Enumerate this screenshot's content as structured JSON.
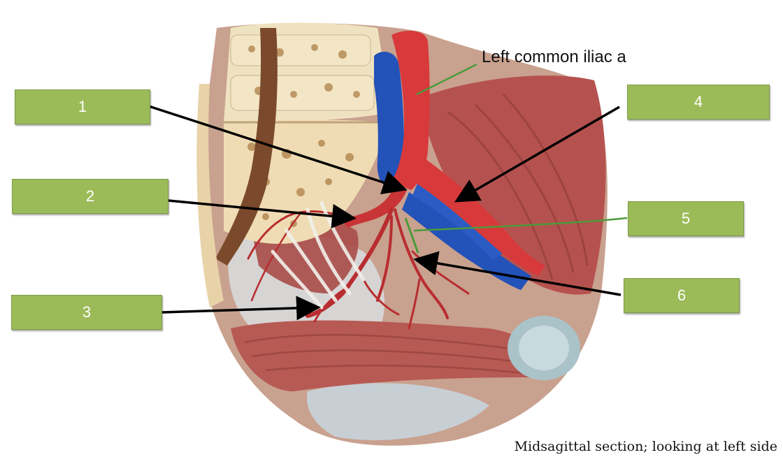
{
  "labels": {
    "box1": "1",
    "box2": "2",
    "box3": "3",
    "box4": "4",
    "box5": "5",
    "box6": "6"
  },
  "annotation": {
    "artery": "Left common iliac a"
  },
  "caption": "Midsagittal section; looking at left side",
  "colors": {
    "label_fill": "#9bbb59",
    "artery": "#d8393b",
    "vein": "#2352b8",
    "muscle": "#b5524f",
    "bone": "#f1e3c2",
    "leader_black": "#000000",
    "leader_green": "#4c9a3a"
  }
}
